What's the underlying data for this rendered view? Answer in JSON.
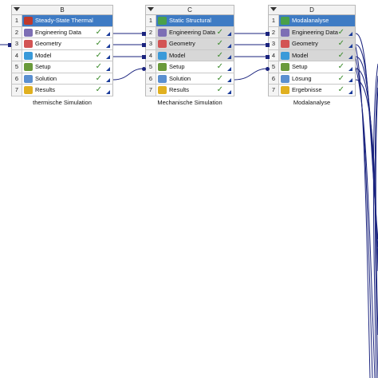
{
  "systems": [
    {
      "id": "B",
      "letter": "B",
      "caption": "thermische Simulation",
      "rows": [
        {
          "num": "1",
          "label": "Steady-State Thermal",
          "icon": "thermal-icon",
          "color": "#c0392b",
          "title": true
        },
        {
          "num": "2",
          "label": "Engineering Data",
          "icon": "engineering-data-icon",
          "color": "#7d6fb5",
          "check": "✓"
        },
        {
          "num": "3",
          "label": "Geometry",
          "icon": "geometry-icon",
          "color": "#d35454",
          "check": "✓"
        },
        {
          "num": "4",
          "label": "Model",
          "icon": "model-icon",
          "color": "#3a9ad9",
          "check": "✓"
        },
        {
          "num": "5",
          "label": "Setup",
          "icon": "setup-icon",
          "color": "#6a9a3a",
          "check": "✓"
        },
        {
          "num": "6",
          "label": "Solution",
          "icon": "solution-icon",
          "color": "#5a8fd0",
          "check": "✓"
        },
        {
          "num": "7",
          "label": "Results",
          "icon": "results-icon",
          "color": "#e0b020",
          "check": "✓"
        }
      ]
    },
    {
      "id": "C",
      "letter": "C",
      "caption": "Mechanische Simulation",
      "rows": [
        {
          "num": "1",
          "label": "Static Structural",
          "icon": "structural-icon",
          "color": "#4aa04a",
          "title": true
        },
        {
          "num": "2",
          "label": "Engineering Data",
          "icon": "engineering-data-icon",
          "color": "#7d6fb5",
          "check": "✓",
          "highlight": true
        },
        {
          "num": "3",
          "label": "Geometry",
          "icon": "geometry-icon",
          "color": "#d35454",
          "check": "✓",
          "highlight": true
        },
        {
          "num": "4",
          "label": "Model",
          "icon": "model-icon",
          "color": "#3a9ad9",
          "check": "✓",
          "highlight": true
        },
        {
          "num": "5",
          "label": "Setup",
          "icon": "setup-icon",
          "color": "#6a9a3a",
          "check": "✓"
        },
        {
          "num": "6",
          "label": "Solution",
          "icon": "solution-icon",
          "color": "#5a8fd0",
          "check": "✓"
        },
        {
          "num": "7",
          "label": "Results",
          "icon": "results-icon",
          "color": "#e0b020",
          "check": "✓"
        }
      ]
    },
    {
      "id": "D",
      "letter": "D",
      "caption": "Modalanalyse",
      "rows": [
        {
          "num": "1",
          "label": "Modalanalyse",
          "icon": "modal-icon",
          "color": "#4aa04a",
          "title": true
        },
        {
          "num": "2",
          "label": "Engineering Data",
          "icon": "engineering-data-icon",
          "color": "#7d6fb5",
          "check": "✓",
          "highlight": true
        },
        {
          "num": "3",
          "label": "Geometry",
          "icon": "geometry-icon",
          "color": "#d35454",
          "check": "✓",
          "highlight": true
        },
        {
          "num": "4",
          "label": "Model",
          "icon": "model-icon",
          "color": "#3a9ad9",
          "check": "✓",
          "highlight": true
        },
        {
          "num": "5",
          "label": "Setup",
          "icon": "setup-icon",
          "color": "#6a9a3a",
          "check": "✓"
        },
        {
          "num": "6",
          "label": "Lösung",
          "icon": "solution-icon",
          "color": "#5a8fd0",
          "check": "✓"
        },
        {
          "num": "7",
          "label": "Ergebnisse",
          "icon": "results-icon",
          "color": "#e0b020",
          "check": "✓"
        }
      ]
    }
  ],
  "colors": {
    "wire": "#1a237e",
    "title_bar": "#3e7bc4",
    "check": "#3a8a2a"
  }
}
